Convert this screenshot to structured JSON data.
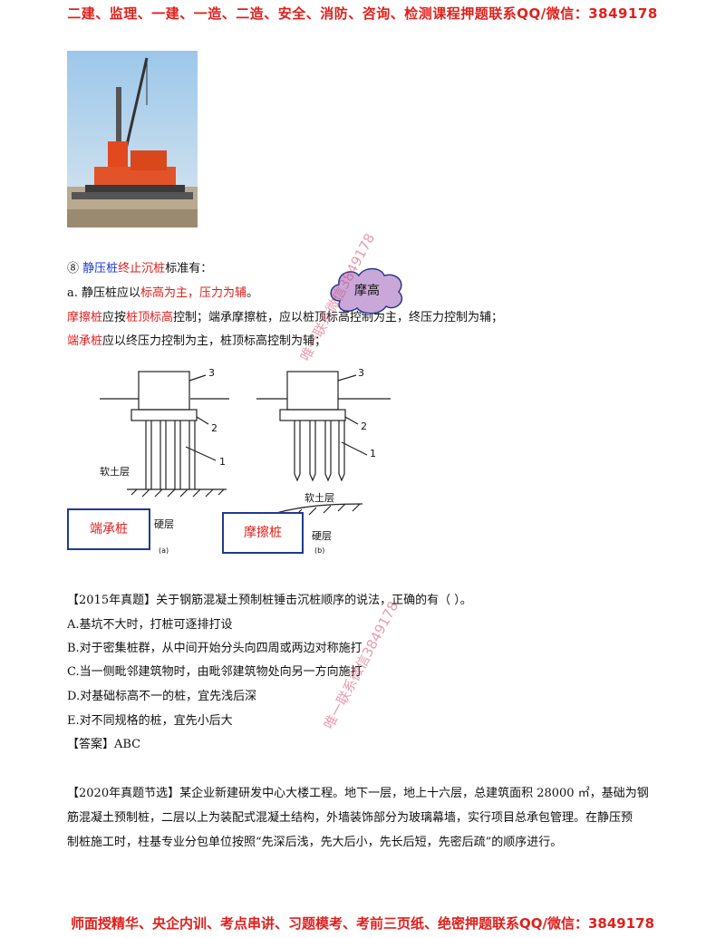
{
  "header": {
    "text": "二建、监理、一建、一造、二造、安全、消防、咨询、检测课程押题联系QQ/微信：3849178"
  },
  "footer": {
    "text": "师面授精华、央企内训、考点串讲、习题模考、考前三页纸、绝密押题联系QQ/微信：3849178"
  },
  "section": {
    "marker": "⑧",
    "title_a": "静压桩",
    "title_b": "终止沉桩",
    "title_c": "标准有：",
    "line_a_prefix": "a. 静压桩应以",
    "line_a_red": "标高为主，压力为辅",
    "line_a_suffix": "。",
    "line2_a": "摩擦桩",
    "line2_b": "应按",
    "line2_c": "桩顶标高",
    "line2_d": "控制；端承摩擦桩，应以桩顶标高控制为主，终压力控制为辅；",
    "line3_a": "端承桩",
    "line3_b": "应以终压力控制为主，桩顶标高控制为辅；"
  },
  "cloud": {
    "text": "摩高"
  },
  "diagram": {
    "label_soft_a": "软土层",
    "label_hard_a": "硬层",
    "label_soft_b": "软土层",
    "label_hard_b": "硬层",
    "num1": "1",
    "num2": "2",
    "num3": "3",
    "num1b": "1",
    "num2b": "2",
    "num3b": "3",
    "cap_a": "(a)",
    "cap_b": "(b)",
    "box_a": "端承桩",
    "box_b": "摩擦桩"
  },
  "question": {
    "tag": "【2015年真题】",
    "stem": "关于钢筋混凝土预制桩锤击沉桩顺序的说法，正确的有（ ）。",
    "options": [
      "A.基坑不大时，打桩可逐排打设",
      "B.对于密集桩群，从中间开始分头向四周或两边对称施打",
      "C.当一侧毗邻建筑物时，由毗邻建筑物处向另一方向施打",
      "D.对基础标高不一的桩，宜先浅后深",
      "E.对不同规格的桩，宜先小后大"
    ],
    "answer": "【答案】ABC"
  },
  "case": {
    "tag": "【2020年真题节选】",
    "line1": "某企业新建研发中心大楼工程。地下一层，地上十六层，总建筑面积 28000 ㎡，基础为钢",
    "line2": "筋混凝土预制桩，二层以上为装配式混凝土结构，外墙装饰部分为玻璃幕墙，实行项目总承包管理。在静压预",
    "line3": "制桩施工时，柱基专业分包单位按照“先深后浅，先大后小，先长后短，先密后疏”的顺序进行。"
  },
  "watermarks": [
    "唯一联系微信3849178",
    "唯一联系微信3849178"
  ]
}
